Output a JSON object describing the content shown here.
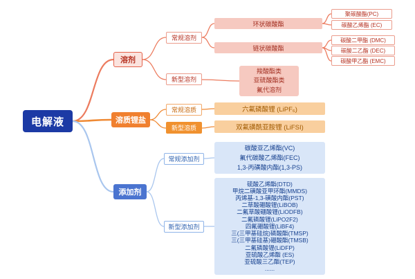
{
  "root": {
    "label": "电解液"
  },
  "colors": {
    "root_bg": "#1c3aa5",
    "solvent_accent": "#e4604a",
    "salt_accent": "#f0802f",
    "additive_accent": "#4a74d0",
    "solvent_fill": "#f6c9c0",
    "salt_fill": "#f9cf9e",
    "additive_fill": "#d9e6f8"
  },
  "solvent": {
    "label": "溶剂",
    "conventional": {
      "label": "常规溶剂",
      "cyclic": {
        "label": "环状碳酸酯",
        "items": [
          "聚碳酸酯(PC)",
          "碳酸乙烯酯 (EC)"
        ]
      },
      "linear": {
        "label": "链状碳酸酯",
        "items": [
          "碳酸二甲酯 (DMC)",
          "碳酸二乙酯 (DEC)",
          "碳酸甲乙酯 (EMC)"
        ]
      }
    },
    "novel": {
      "label": "新型溶剂",
      "items": [
        "羧酸酯类",
        "亚硫酸酯类",
        "氟代溶剂"
      ]
    }
  },
  "salt": {
    "label": "溶质锂盐",
    "conventional": {
      "label": "常规溶质",
      "item": "六氟磷酸锂 (LiPF₆)"
    },
    "novel": {
      "label": "新型溶质",
      "item": "双氟磺酰亚胺锂 (LiFSI)"
    }
  },
  "additive": {
    "label": "添加剂",
    "conventional": {
      "label": "常规添加剂",
      "items": [
        "碳酸亚乙烯酯(VC)",
        "氟代碳酸乙烯酯(FEC)",
        "1,3-丙磺酸内酯(1,3-PS)"
      ]
    },
    "novel": {
      "label": "新型添加剂",
      "items": [
        "硫酸乙烯酯(DTD)",
        "甲烷二磺酸亚甲环酯(MMDS)",
        "丙烯基-1,3-磺酸内酯(PST)",
        "二草酸硼酸锂(LiBOB)",
        "二氟草酸硼酸锂(LiODFB)",
        "二氟磷酸锂(LiPO2F2)",
        "四氟硼酸锂(LiBF4)",
        "三(三甲基硅烷)磷酸酯(TMSP)",
        "三(三甲基硅基)硼酸酯(TMSB)",
        "二氟磷酸锂(LiDFP)",
        "亚硫酸乙烯酯 (ES)",
        "亚硫酸三乙酯(TEP)",
        "......"
      ]
    }
  }
}
